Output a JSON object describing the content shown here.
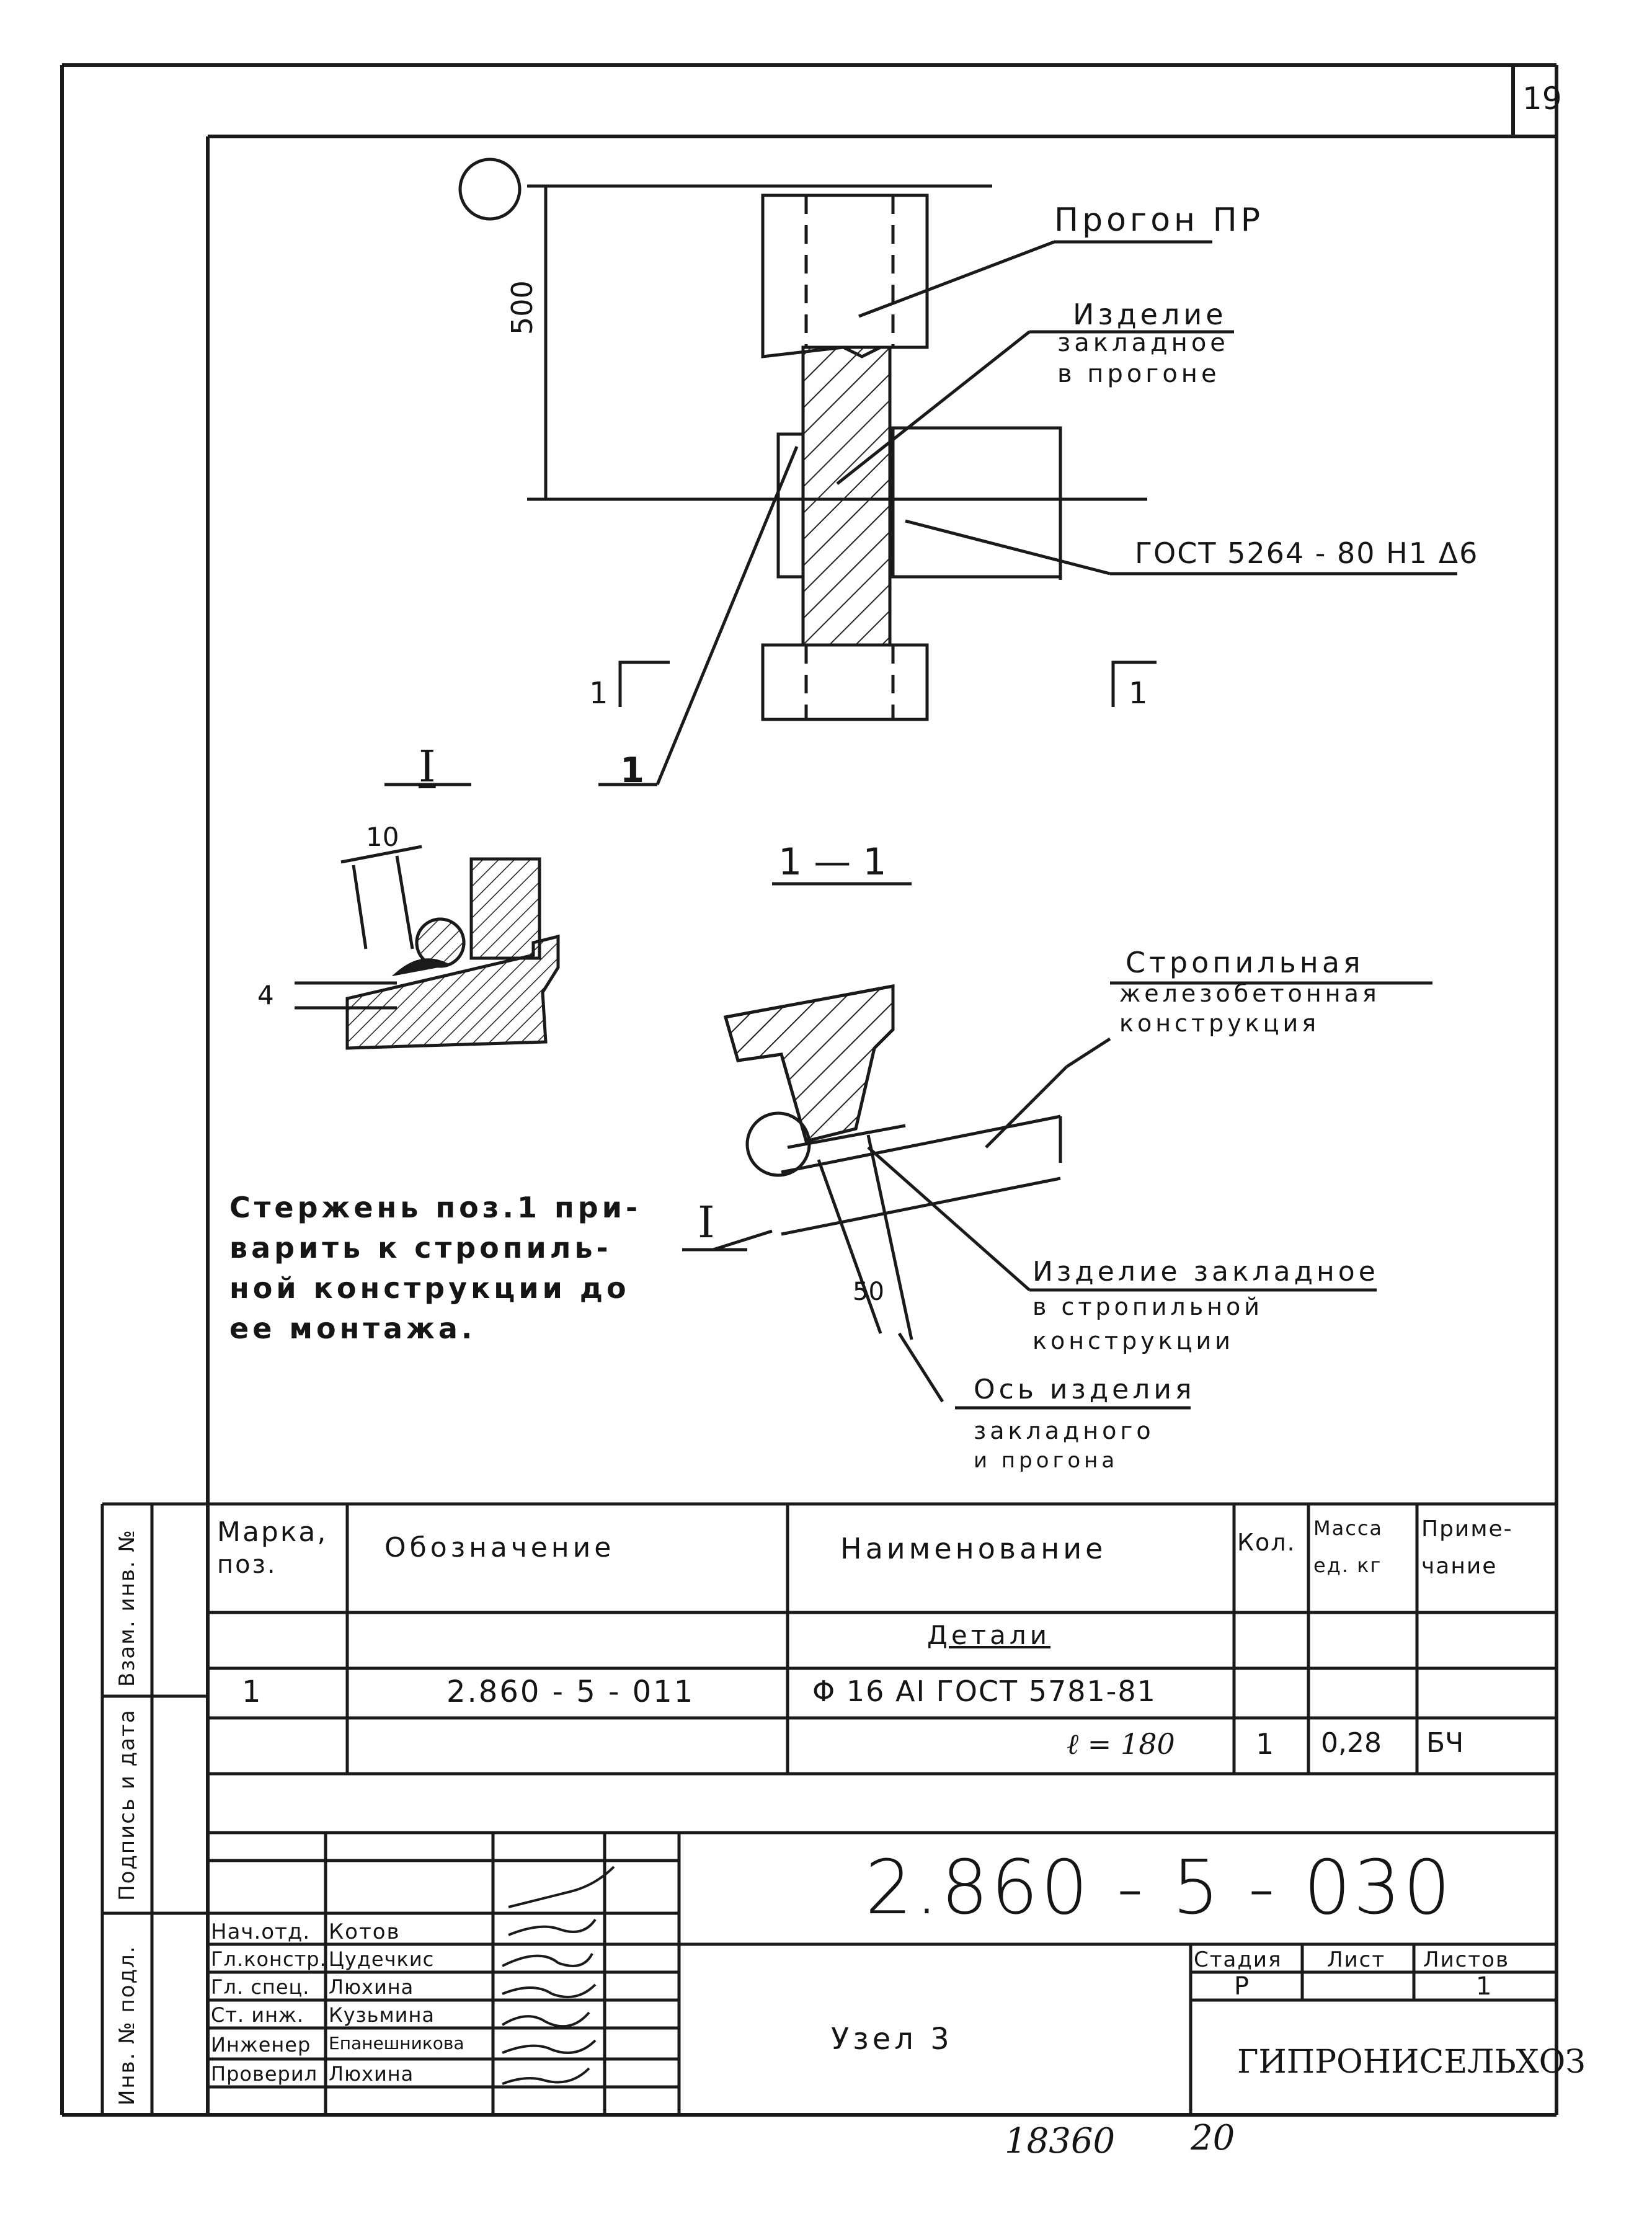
{
  "page": {
    "sheet_number": "19",
    "bottom_numbers": [
      "18360",
      "20"
    ]
  },
  "drawing": {
    "dimension_500": "500",
    "label_purlin": "Прогон ПР",
    "label_embedded_purlin": [
      "Изделие",
      "закладное",
      "в прогоне"
    ],
    "label_gost_weld": "ГОСТ 5264 - 80 Н1 Δ6",
    "section_mark_left": "1",
    "section_mark_right": "1",
    "leader_1": "1",
    "detail_I": "I",
    "detail_I_2": "I",
    "section_title": "1 — 1",
    "dim_10": "10",
    "dim_4": "4",
    "dim_50": "50",
    "label_rafter": [
      "Стропильная",
      "железобетонная",
      "конструкция"
    ],
    "label_embedded_rafter": [
      "Изделие закладное",
      "в стропильной",
      "конструкции"
    ],
    "label_axis": [
      "Ось изделия",
      "закладного",
      "и прогона"
    ],
    "note": [
      "Стержень поз.1 при-",
      "варить к стропиль-",
      "ной конструкции до",
      "ее монтажа."
    ]
  },
  "spec_table": {
    "headers": {
      "mark": [
        "Марка,",
        "поз."
      ],
      "designation": "Обозначение",
      "name": "Наименование",
      "qty": "Кол.",
      "mass": [
        "Масса",
        "ед. кг"
      ],
      "note": [
        "Приме-",
        "чание"
      ]
    },
    "section": "Детали",
    "row1": {
      "mark": "1",
      "designation": "2.860 - 5 - 011",
      "name": "Φ 16 АI ГОСТ 5781-81"
    },
    "row2": {
      "name": "ℓ = 180",
      "qty": "1",
      "mass": "0,28",
      "note": "БЧ"
    }
  },
  "side_stamp": [
    "Инв. № подл.",
    "Подпись и дата",
    "Взам. инв. №"
  ],
  "title_block": {
    "code": "2.860 - 5 - 030",
    "title": "Узел 3",
    "stage_header": "Стадия",
    "sheet_header": "Лист",
    "sheets_header": "Листов",
    "stage": "Р",
    "sheets": "1",
    "org": "ГИПРОНИСЕЛЬХОЗ",
    "roles": [
      "Нач.отд.",
      "Гл.констр.",
      "Гл. спец.",
      "Ст. инж.",
      "Инженер",
      "Проверил"
    ],
    "names": [
      "Котов",
      "Цудечкис",
      "Люхина",
      "Кузьмина",
      "Епанешникова",
      "Люхина"
    ]
  }
}
